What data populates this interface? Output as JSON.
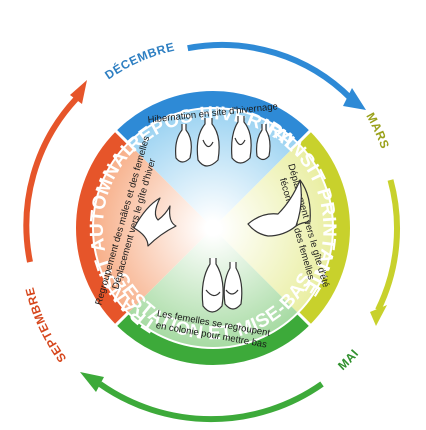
{
  "colors": {
    "hiver": "#2e8ad6",
    "printemps": "#c8d12c",
    "ete": "#3daa3a",
    "automne": "#e6552a",
    "sky": "#7fc6ee",
    "lime": "#e4ea8a",
    "green": "#8fd18a",
    "orange": "#f59a6a"
  },
  "months": {
    "decembre": "DÉCEMBRE",
    "mars": "MARS",
    "mai": "MAI",
    "septembre": "SEPTEMBRE"
  },
  "phases": {
    "repos": {
      "title": "REPOS HIVERNAL",
      "text": "Hibernation en site d'hivernage"
    },
    "printanier": {
      "title": "TRANSIT PRINTANIER",
      "text1": "Déplacement vers le gîte d'été",
      "text2": "fécondation des femelles"
    },
    "gestation": {
      "title": "GESTATION ET MISE-BAS",
      "text1": "Les femelles se regroupent",
      "text2": "en colonie pour mettre bas"
    },
    "automnal": {
      "title": "TRANSIT AUTOMNAL",
      "text1": "Regroupement des mâles et des femelles",
      "text2": "Déplacement vers le gîte d'hiver"
    }
  }
}
